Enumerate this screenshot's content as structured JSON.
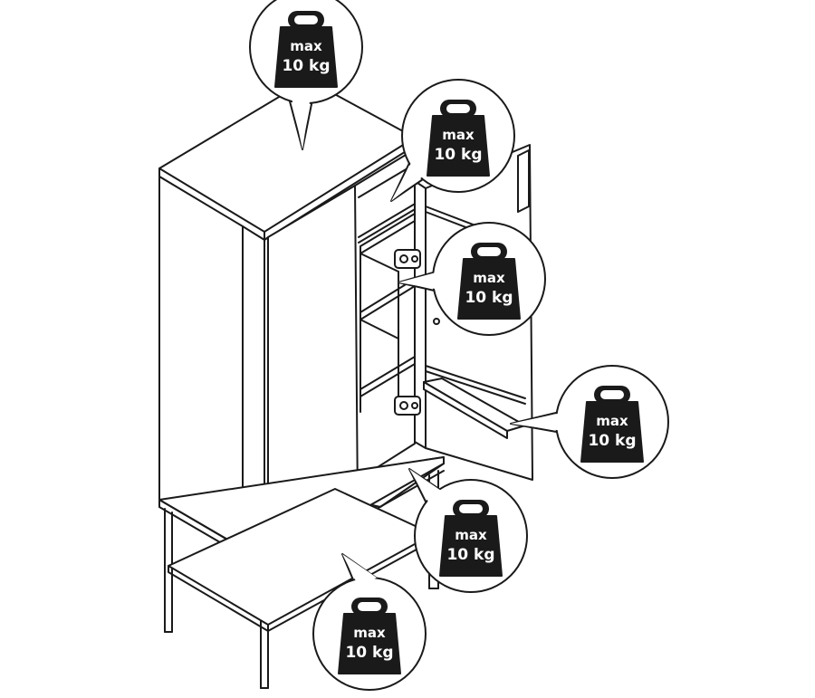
{
  "diagram": {
    "colors": {
      "ink": "#1a1a1a",
      "paper": "#ffffff"
    },
    "weight_icon": "weight-icon",
    "load_labels": [
      {
        "id": "top",
        "line1": "max",
        "line2": "10 kg"
      },
      {
        "id": "upper-shelf",
        "line1": "max",
        "line2": "10 kg"
      },
      {
        "id": "middle-shelf",
        "line1": "max",
        "line2": "10 kg"
      },
      {
        "id": "door-shelf",
        "line1": "max",
        "line2": "10 kg"
      },
      {
        "id": "bottom-shelf",
        "line1": "max",
        "line2": "10 kg"
      },
      {
        "id": "base-shelf",
        "line1": "max",
        "line2": "10 kg"
      }
    ]
  }
}
